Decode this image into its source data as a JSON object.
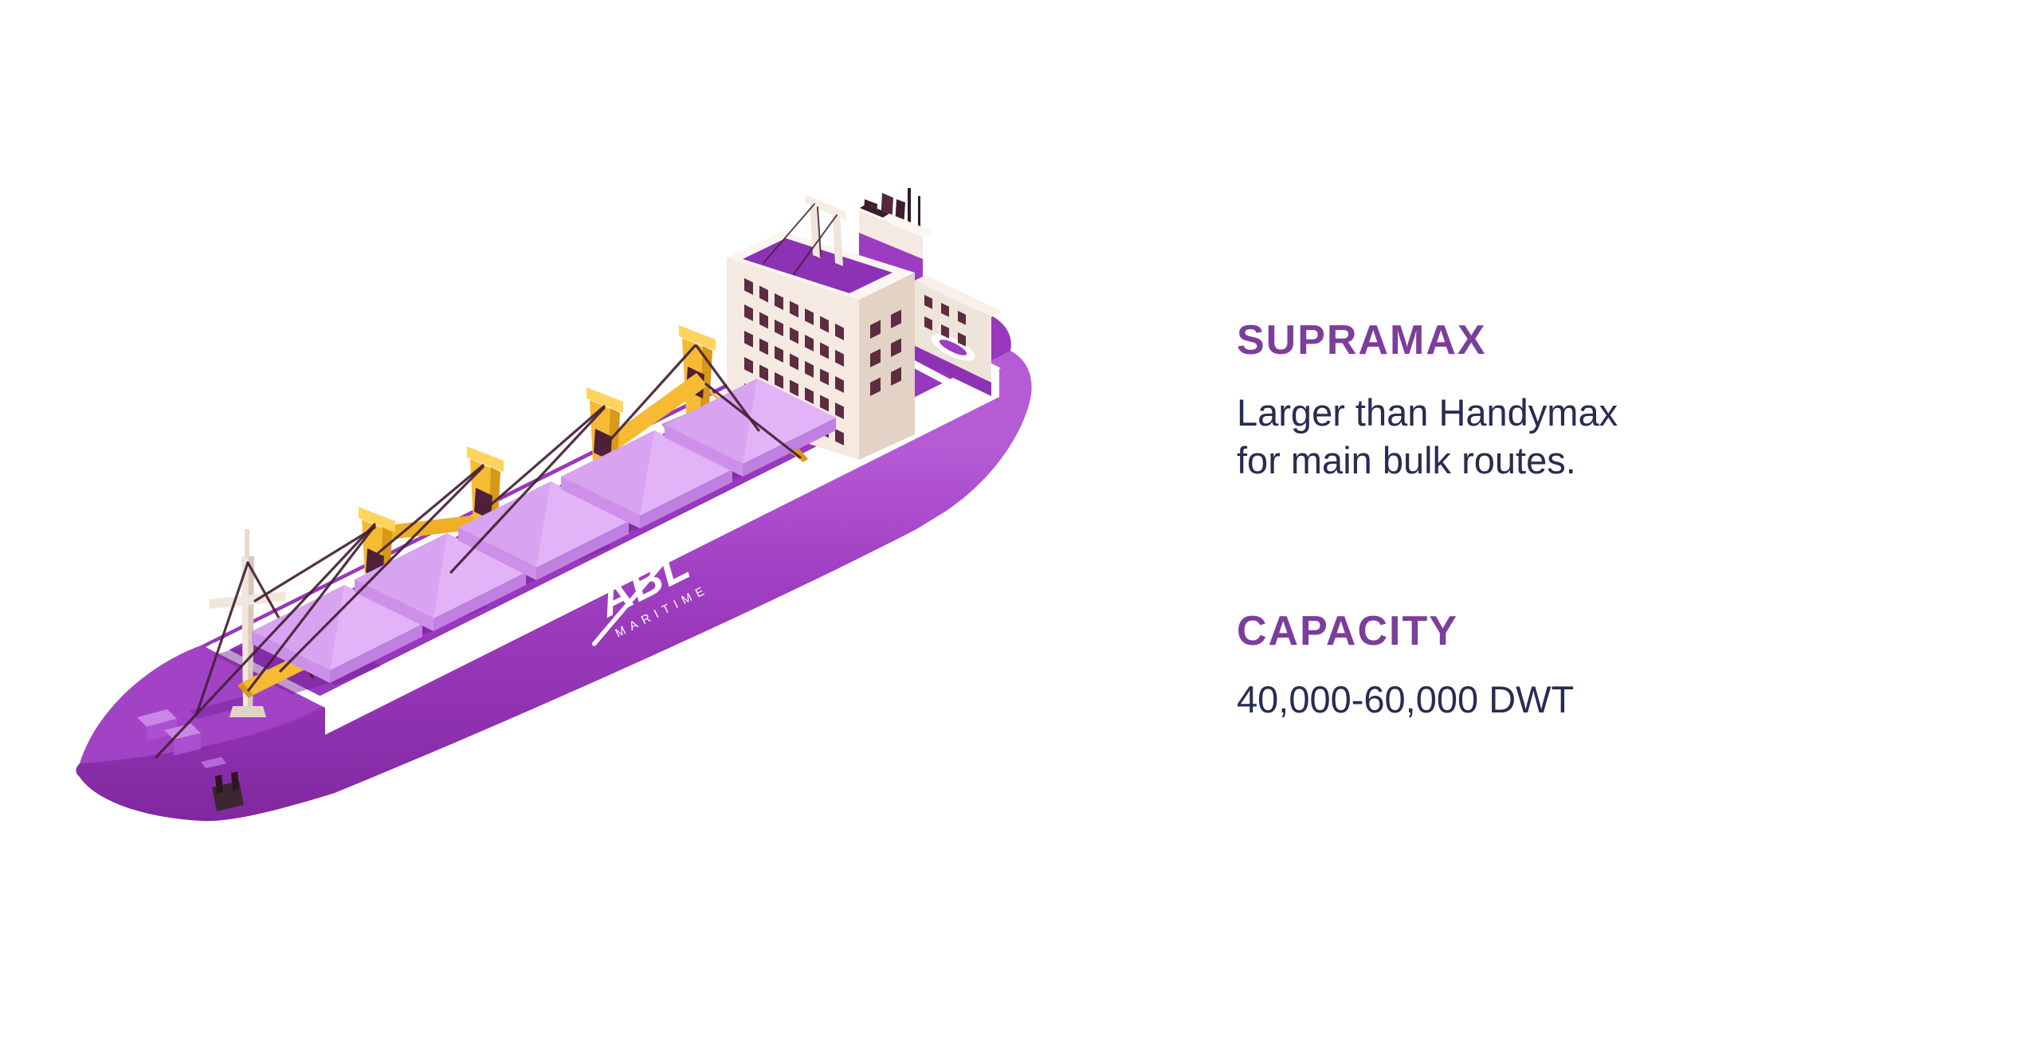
{
  "page": {
    "background": "#FFFFFF",
    "layout": "ship-illustration-left-text-right"
  },
  "panel": {
    "title": "SUPRAMAX",
    "description_line1": "Larger than Handymax",
    "description_line2": "for main bulk routes.",
    "capacity_label": "CAPACITY",
    "capacity_value": "40,000-60,000 DWT"
  },
  "ship": {
    "illustration": "isometric-bulk-carrier-ship",
    "logo_primary": "ABL",
    "logo_secondary": "MARITIME",
    "features": [
      "5 hatch covers",
      "4 yellow deck cranes",
      "bow mast",
      "stern superstructure with funnel and lifeboat"
    ],
    "colors": {
      "hull_purple": "#A03FC2",
      "hull_top": "#B65BD6",
      "hull_bottom": "#80289F",
      "deck_purple": "#9838BC",
      "hatch_lavender": "#D8A3F0",
      "walkway_white": "#FFFFFF",
      "crane_yellow": "#F6BA33",
      "superstructure_cream": "#F4EAE1",
      "funnel_stripe_purple": "#9B3CC2",
      "window_dark": "#5E2C40",
      "rigging_dark": "#452036"
    }
  },
  "text_colors": {
    "heading_purple": "#7C3D9B",
    "body_navy": "#272C51"
  }
}
